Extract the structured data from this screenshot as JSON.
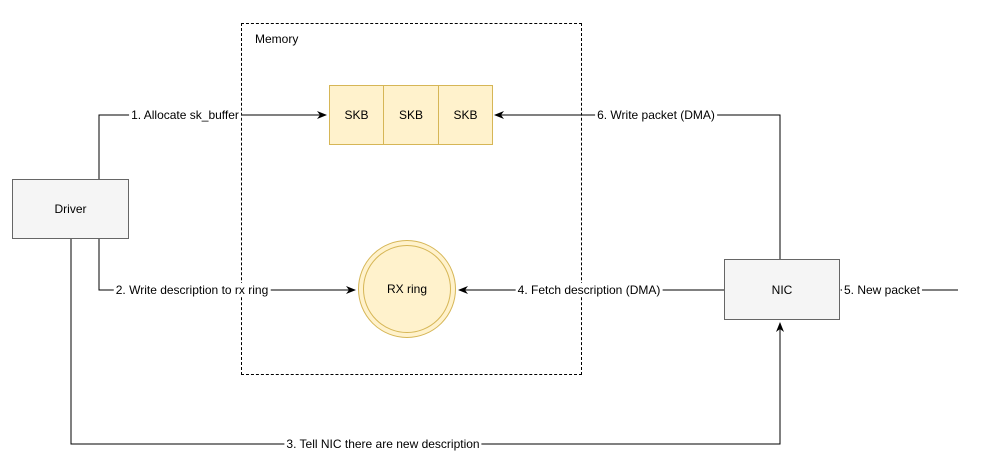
{
  "nodes": {
    "driver": {
      "label": "Driver"
    },
    "nic": {
      "label": "NIC"
    },
    "memory": {
      "label": "Memory"
    },
    "skb_cells": [
      "SKB",
      "SKB",
      "SKB"
    ],
    "rx_ring": {
      "label": "RX ring"
    }
  },
  "edges": {
    "allocate_sk_buffer": {
      "label": "1. Allocate sk_buffer"
    },
    "write_description": {
      "label": "2. Write description to rx ring"
    },
    "tell_nic": {
      "label": "3. Tell NIC there are new description"
    },
    "fetch_description": {
      "label": "4. Fetch description (DMA)"
    },
    "new_packet": {
      "label": "5. New packet"
    },
    "write_packet": {
      "label": "6. Write packet (DMA)"
    }
  },
  "colors": {
    "process_fill": "#f5f5f5",
    "process_stroke": "#666666",
    "memory_fill": "#fff2cc",
    "memory_stroke": "#d6b656",
    "line": "#000000"
  }
}
